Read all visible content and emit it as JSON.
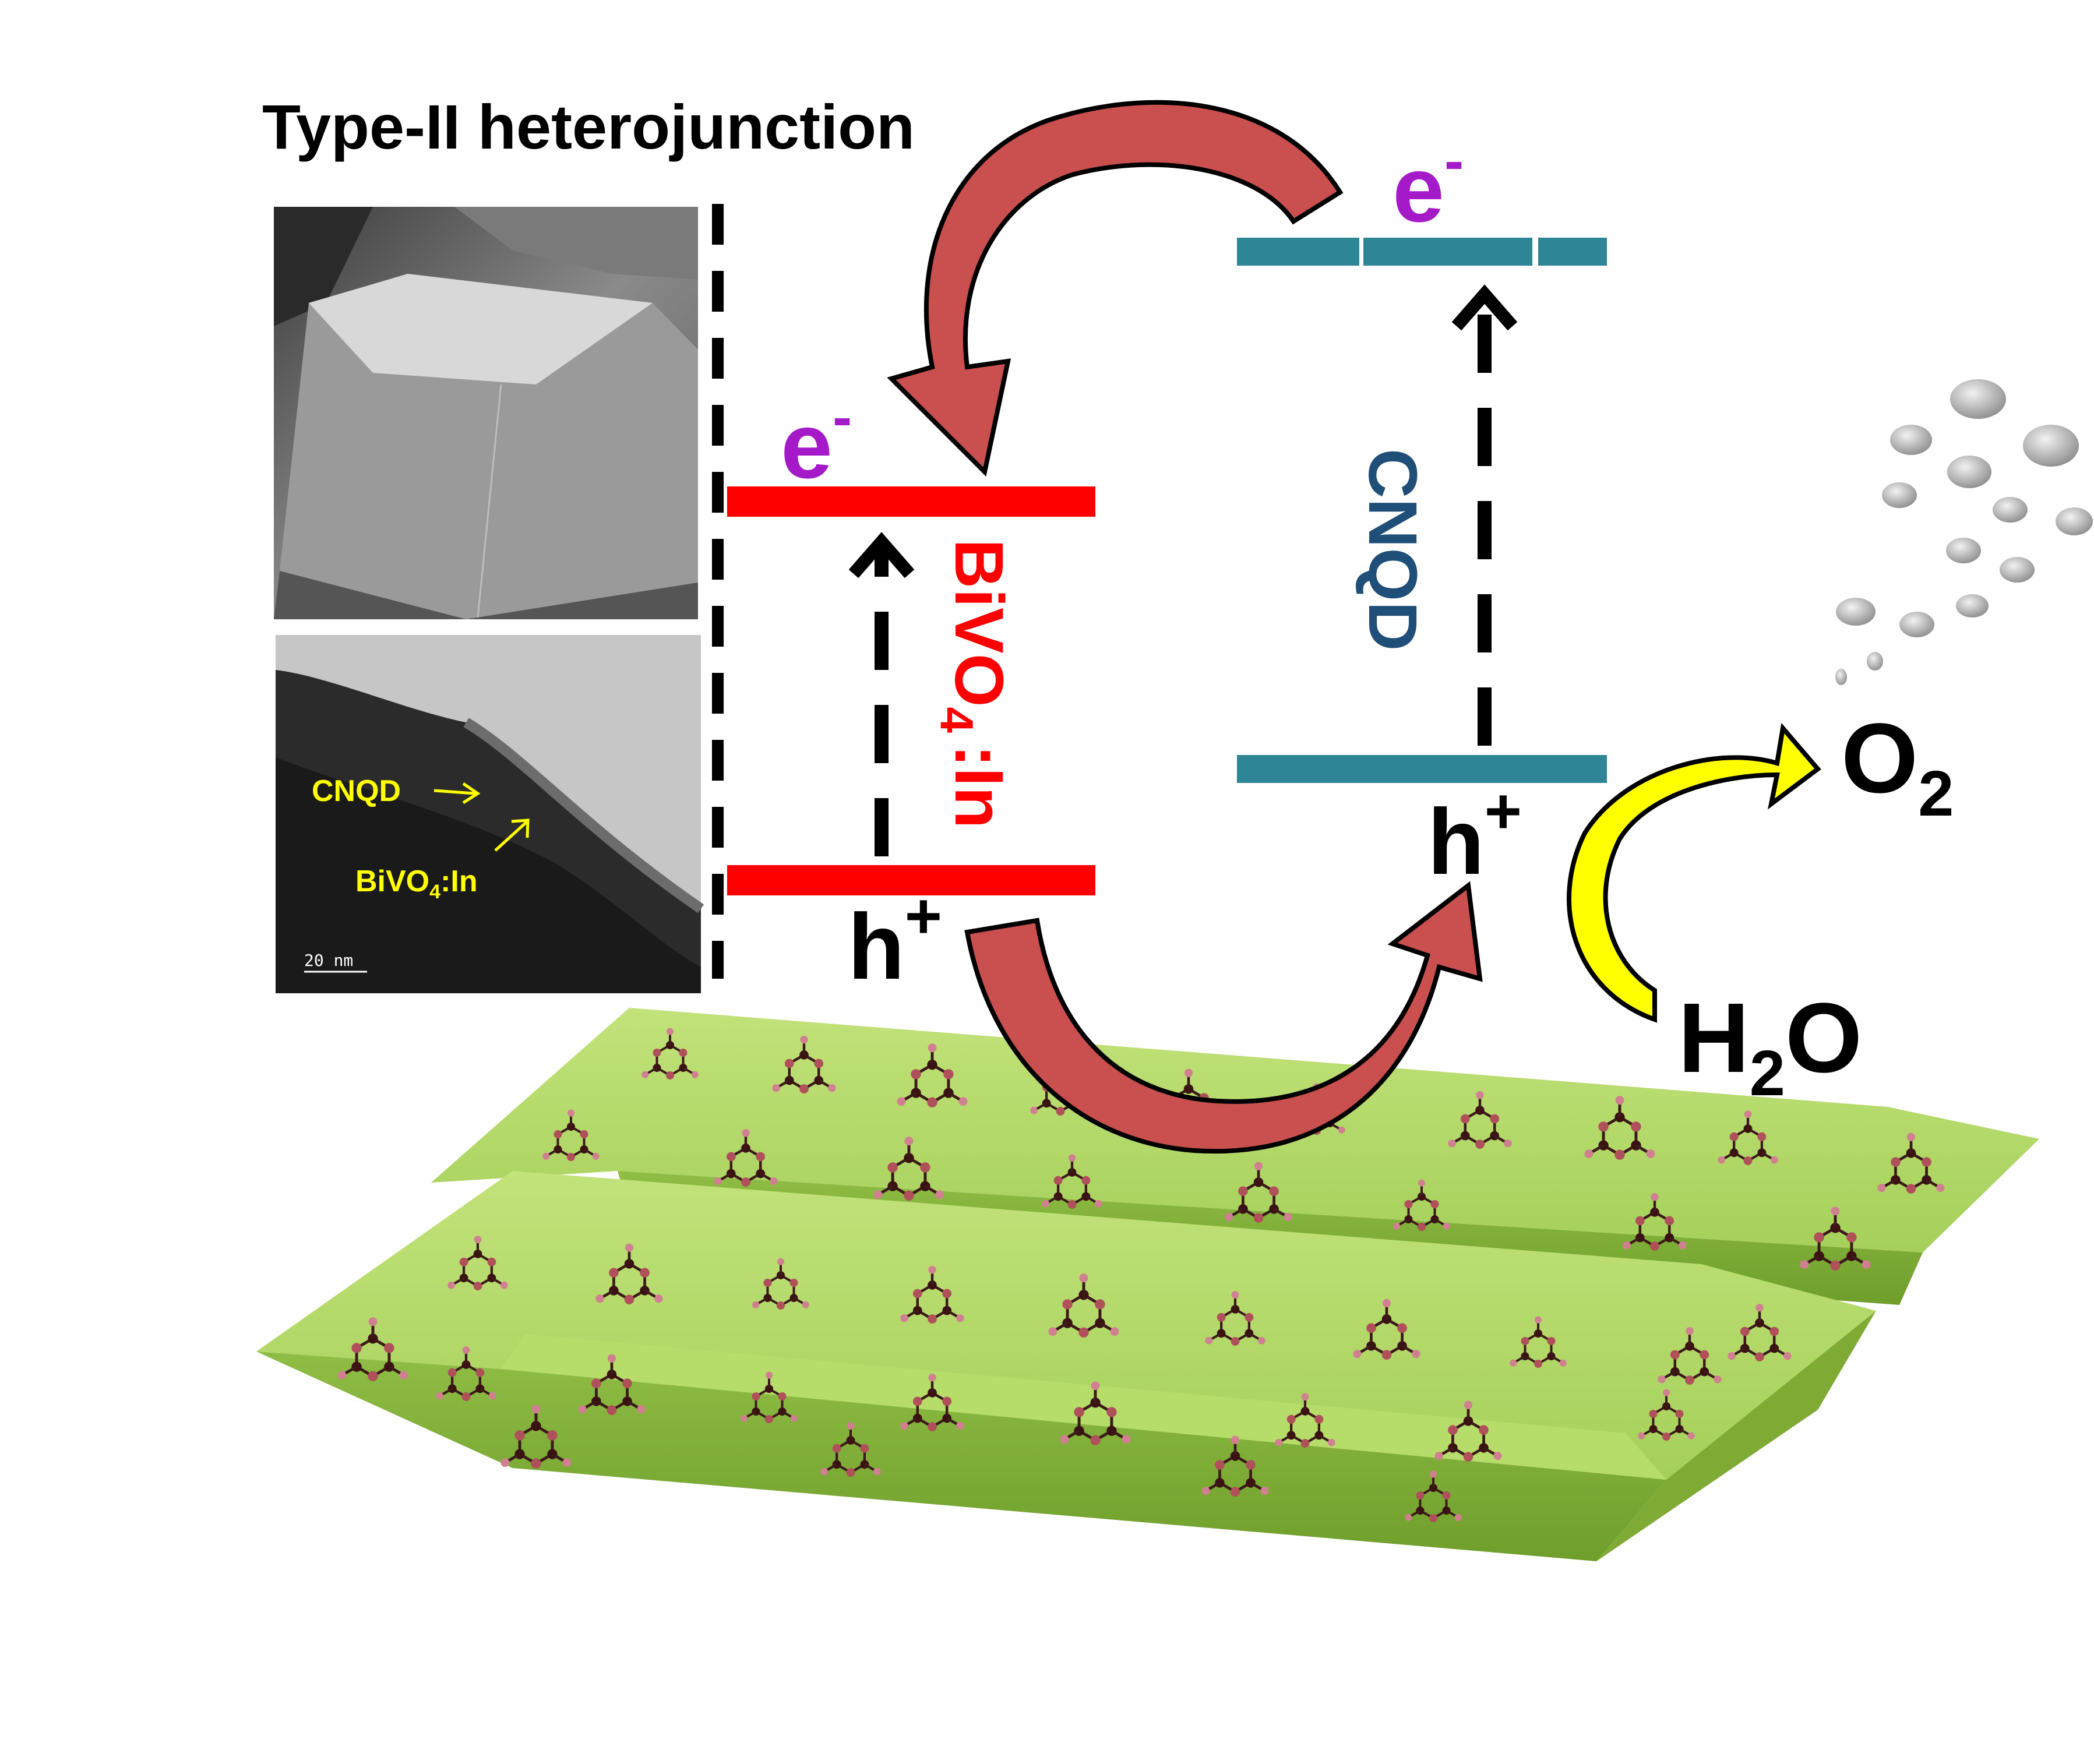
{
  "title": "Type-II heterojunction",
  "bivo4": {
    "label": "BiVO",
    "label_sub": "4",
    "label_suffix": ":In",
    "electron": "e",
    "electron_sup": "-",
    "hole": "h",
    "hole_sup": "+",
    "color": "#ff0000"
  },
  "cnqd": {
    "label": "CNQD",
    "electron": "e",
    "electron_sup": "-",
    "hole": "h",
    "hole_sup": "+",
    "color": "#2e8596"
  },
  "tem": {
    "cnqd_label": "CNQD",
    "bivo4_label": "BiVO",
    "bivo4_sub": "4",
    "bivo4_suffix": ":In",
    "scale_bar": "20 nm",
    "label_color": "#ffff00"
  },
  "products": {
    "o2": "O",
    "o2_sub": "2",
    "h2o_h": "H",
    "h2o_sub": "2",
    "h2o_o": "O"
  },
  "colors": {
    "electron_purple": "#a51ac8",
    "arrow_red": "#c9504f",
    "arrow_yellow": "#ffff00",
    "slab_green": "#9cc94a"
  }
}
